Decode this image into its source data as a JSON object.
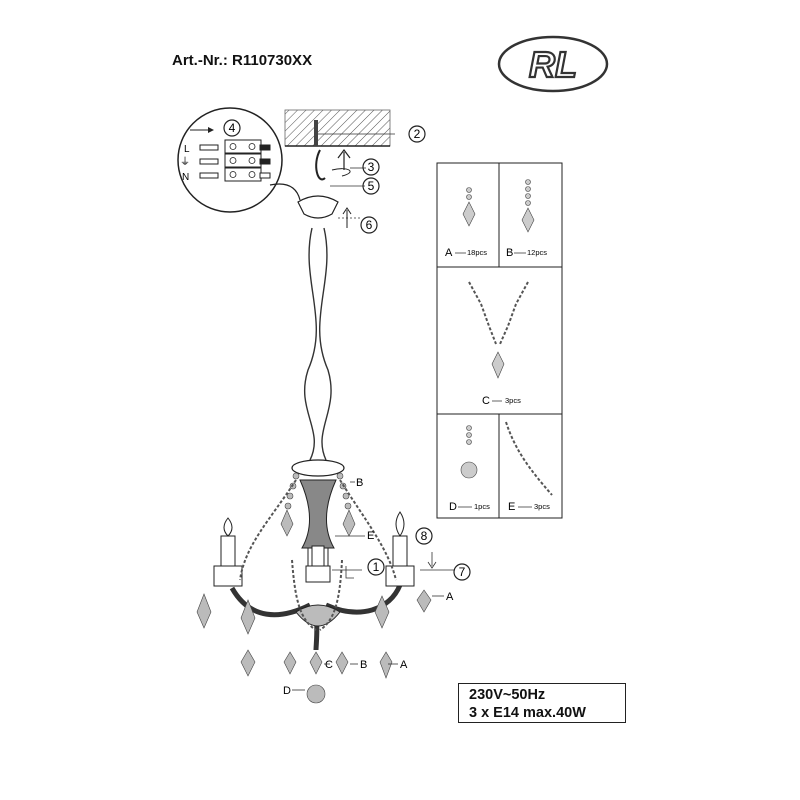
{
  "header": {
    "article_number": "Art.-Nr.: R110730XX",
    "logo_text": "RL"
  },
  "steps": [
    "2",
    "3",
    "4",
    "5",
    "6",
    "7",
    "8",
    "1"
  ],
  "wiring": {
    "line": "L",
    "ground": "⏚",
    "neutral": "N"
  },
  "parts": [
    {
      "letter": "A",
      "qty": "18pcs"
    },
    {
      "letter": "B",
      "qty": "12pcs"
    },
    {
      "letter": "C",
      "qty": "3pcs"
    },
    {
      "letter": "D",
      "qty": "1pcs"
    },
    {
      "letter": "E",
      "qty": "3pcs"
    }
  ],
  "callouts": {
    "a1": "A",
    "a2": "A",
    "b1": "B",
    "b2": "B",
    "c": "C",
    "d": "D",
    "e": "E"
  },
  "spec": {
    "voltage": "230V~50Hz",
    "bulbs": "3 x E14 max.40W"
  }
}
